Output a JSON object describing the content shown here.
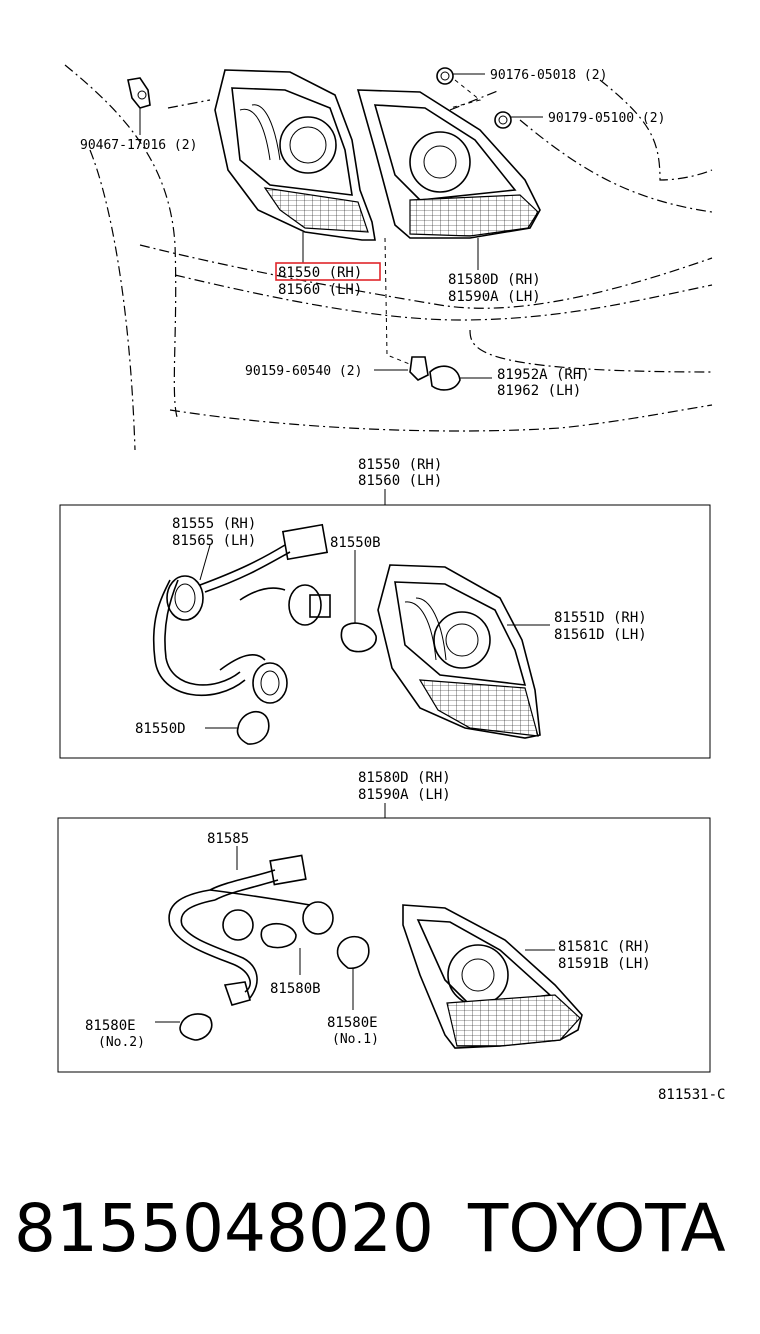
{
  "diagram_ref": "811531-C",
  "top": {
    "label_90467": "90467-17016 (2)",
    "label_90176": "90176-05018 (2)",
    "label_90179": "90179-05100 (2)",
    "label_rh_main": "81550 (RH)",
    "label_lh_main": "81560 (LH)",
    "label_rh_inner": "81580D (RH)",
    "label_lh_inner": "81590A (LH)",
    "label_screw": "90159-60540 (2)",
    "label_cover_rh": "81952A (RH)",
    "label_cover_lh": "81962  (LH)"
  },
  "box1": {
    "title_rh": "81550 (RH)",
    "title_lh": "81560 (LH)",
    "socket_rh": "81555 (RH)",
    "socket_lh": "81565 (LH)",
    "bulb_b": "81550B",
    "lens_rh": "81551D (RH)",
    "lens_lh": "81561D (LH)",
    "bulb_d": "81550D"
  },
  "box2": {
    "title_rh": "81580D (RH)",
    "title_lh": "81590A (LH)",
    "harness": "81585",
    "bulb_b": "81580B",
    "bulb_e1": "81580E",
    "bulb_e1_no": "(No.1)",
    "bulb_e2": "81580E",
    "bulb_e2_no": "(No.2)",
    "lens_rh": "81581C (RH)",
    "lens_lh": "81591B (LH)"
  },
  "footer": {
    "part_number": "8155048020",
    "brand": "TOYOTA"
  },
  "colors": {
    "highlight": "#e0262b",
    "ink": "#000000"
  }
}
